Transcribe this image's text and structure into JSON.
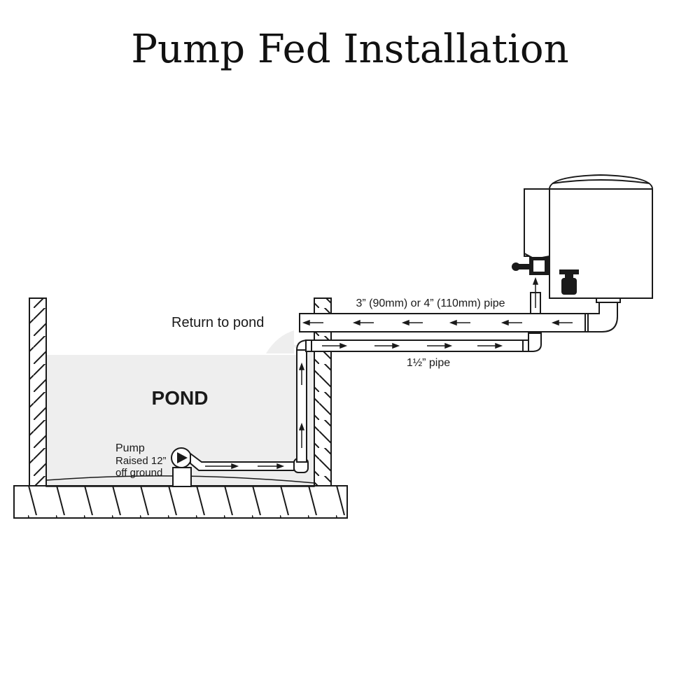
{
  "title": "Pump Fed Installation",
  "labels": {
    "pond": "POND",
    "return_to_pond": "Return to pond",
    "large_pipe": "3” (90mm) or 4” (110mm) pipe",
    "small_pipe": "1½” pipe",
    "pump_line1": "Pump",
    "pump_line2": "Raised 12”",
    "pump_line3": "off ground"
  },
  "colors": {
    "line": "#1a1a1a",
    "pond_water": "#eeeeee",
    "ground": "#ffffff"
  }
}
